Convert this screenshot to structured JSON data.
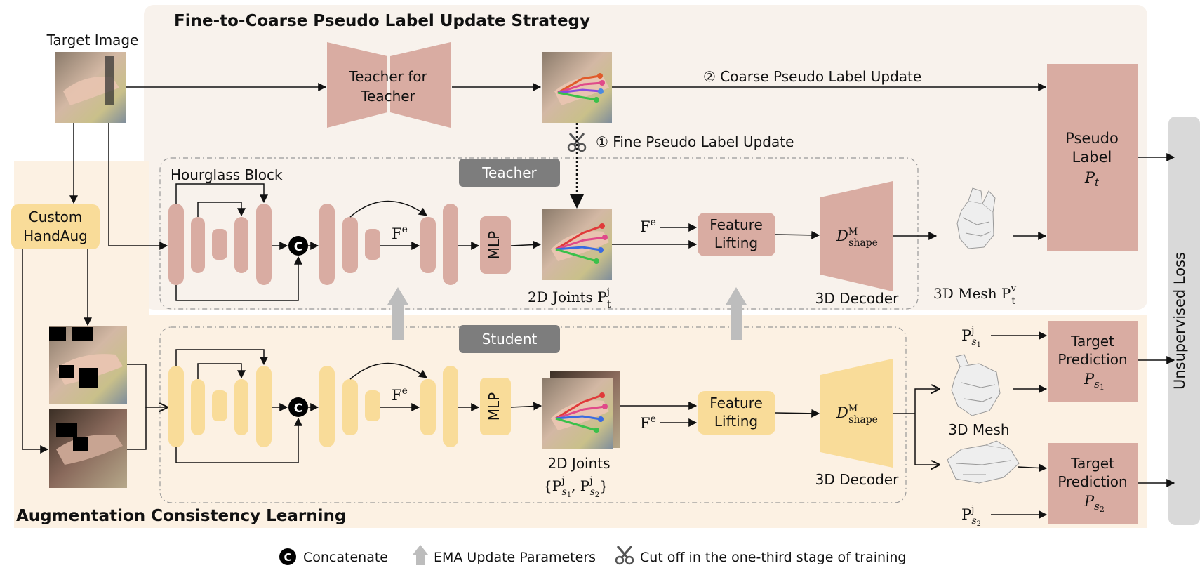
{
  "colors": {
    "teacher": "#d9aca2",
    "student": "#f9dc99",
    "panel_top": "#f8f2ec",
    "panel_bottom": "#fcf1e3",
    "gray_box": "#7d7d7d",
    "loss_bar": "#d9d9d9",
    "ema_arrow": "#bdbdbd"
  },
  "top_panel": {
    "title": "Fine-to-Coarse Pseudo Label Update Strategy"
  },
  "bottom_panel": {
    "title": "Augmentation Consistency Learning"
  },
  "target_image": {
    "label": "Target Image"
  },
  "custom_aug": {
    "line1": "Custom",
    "line2": "HandAug"
  },
  "teacher_for_teacher": {
    "line1": "Teacher for",
    "line2": "Teacher"
  },
  "coarse_update": {
    "label": "②  Coarse Pseudo Label Update"
  },
  "fine_update": {
    "label": "①  Fine Pseudo Label Update"
  },
  "teacher_tag": "Teacher",
  "student_tag": "Student",
  "hourglass": {
    "label": "Hourglass Block"
  },
  "mlp_label": "MLP",
  "fe_base": "F",
  "fe_sup": "e",
  "feature_lifting": {
    "line1": "Feature",
    "line2": "Lifting"
  },
  "decoder": {
    "main": "D",
    "sup": "M",
    "sub": "shape",
    "label": "3D Decoder"
  },
  "concat_symbol": "C",
  "teacher_joints": {
    "label": "2D Joints P",
    "sup": "j",
    "sub": "t"
  },
  "teacher_mesh": {
    "label": "3D Mesh P",
    "sup": "v",
    "sub": "t"
  },
  "pseudo_label": {
    "line1": "Pseudo",
    "line2": "Label",
    "sym": "P",
    "sub": "t"
  },
  "student_joints": {
    "line1": "2D Joints",
    "open": "{P",
    "sup": "j",
    "sub1": "s",
    "sub1n": "1",
    "mid": ", P",
    "sub2": "s",
    "sub2n": "2",
    "close": "}"
  },
  "student_mesh": {
    "label": "3D Mesh"
  },
  "ps1": {
    "base": "P",
    "sup": "j",
    "sub": "s",
    "subn": "1"
  },
  "ps2": {
    "base": "P",
    "sup": "j",
    "sub": "s",
    "subn": "2"
  },
  "target_pred_1": {
    "line1": "Target",
    "line2": "Prediction",
    "sym": "P",
    "sub": "s",
    "subn": "1"
  },
  "target_pred_2": {
    "line1": "Target",
    "line2": "Prediction",
    "sym": "P",
    "sub": "s",
    "subn": "2"
  },
  "unsupervised_loss": "Unsupervised Loss",
  "legend": {
    "concat": "Concatenate",
    "ema": "EMA Update Parameters",
    "cut": "Cut off in the one-third stage of training"
  }
}
